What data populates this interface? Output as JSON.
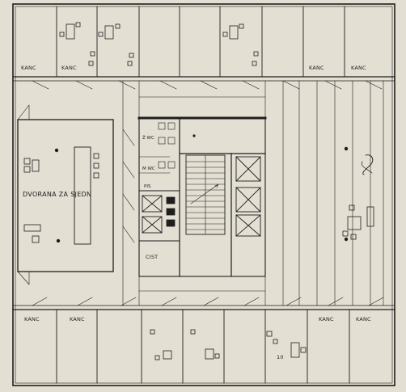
{
  "labels": {
    "office_tl1": "KANC",
    "office_tl2": "KANC",
    "office_tr1": "KANC",
    "office_tr2": "KANC",
    "office_bl1": "KANC",
    "office_bl2": "KANC",
    "office_br1": "KANC",
    "office_br2": "KANC",
    "hall": "DVORANA ZA SJEDN",
    "wc_1": "Ž WC",
    "wc_2": "M WC",
    "pis": "PIS",
    "cist": "CIST",
    "room_no": "10"
  },
  "colors": {
    "paper": "#e3dfd2",
    "ink": "#1e1e1e"
  }
}
